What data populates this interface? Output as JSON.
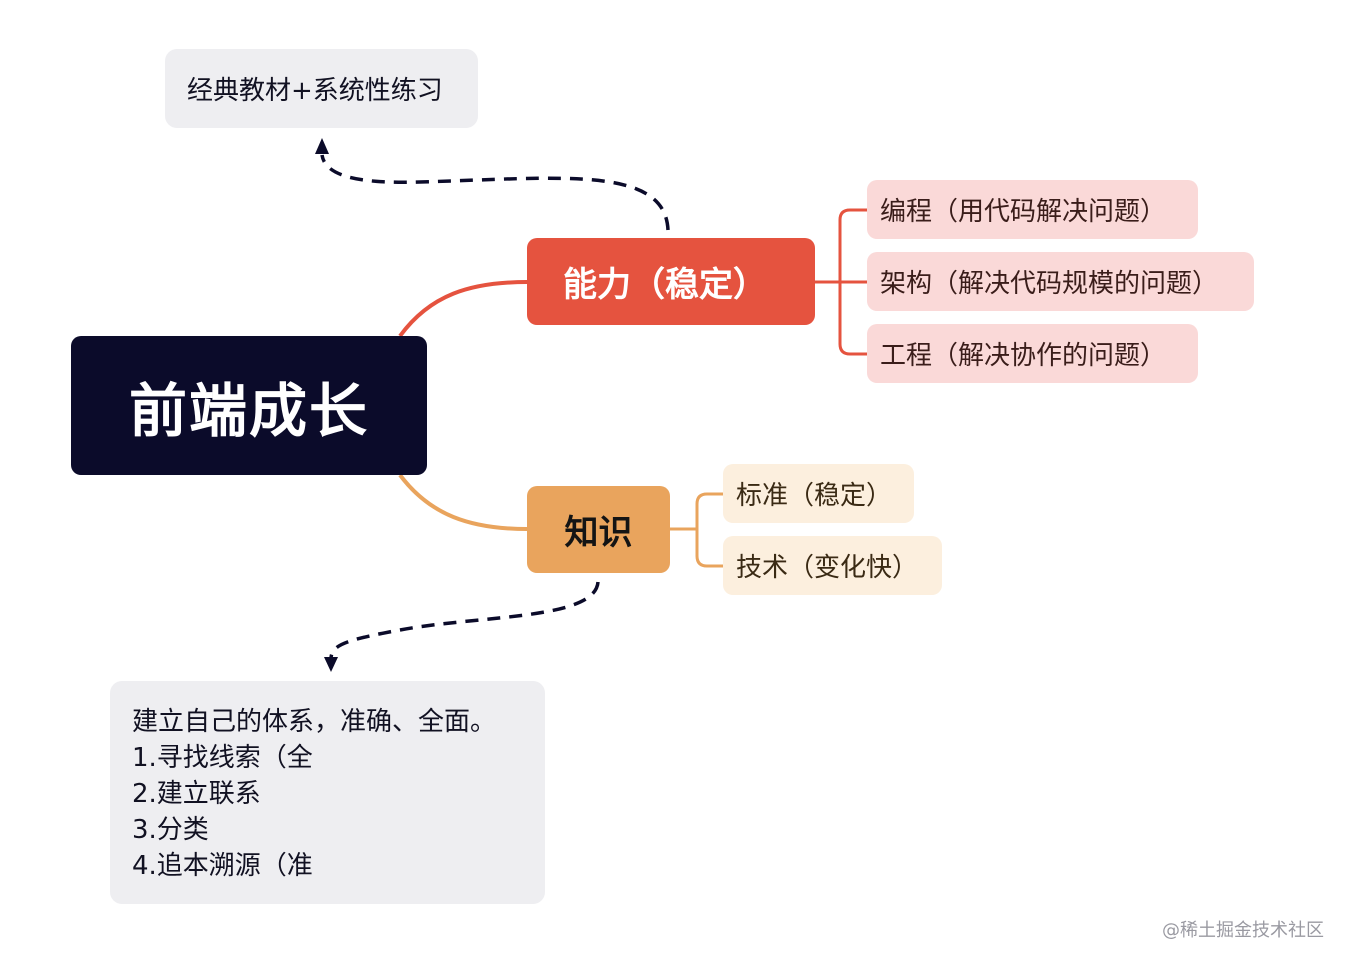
{
  "root": {
    "label": "前端成长"
  },
  "branches": [
    {
      "label": "能力（稳定）",
      "color": "#e5533f",
      "children": [
        "编程（用代码解决问题）",
        "架构（解决代码规模的问题）",
        "工程（解决协作的问题）"
      ],
      "note": [
        "经典教材+系统性练习"
      ]
    },
    {
      "label": "知识",
      "color": "#e9a45d",
      "children": [
        "标准（稳定）",
        "技术（变化快）"
      ],
      "note": [
        "建立自己的体系，准确、全面。",
        "1.寻找线索（全",
        "2.建立联系",
        "3.分类",
        "4.追本溯源（准"
      ]
    }
  ],
  "colors": {
    "root_bg": "#0b0b2a",
    "connector_dashed": "#0b0b2a",
    "sub_a_bg": "#fad9d8",
    "sub_k_bg": "#fcefde",
    "note_bg": "#eeeef1"
  },
  "watermark": "@稀土掘金技术社区"
}
